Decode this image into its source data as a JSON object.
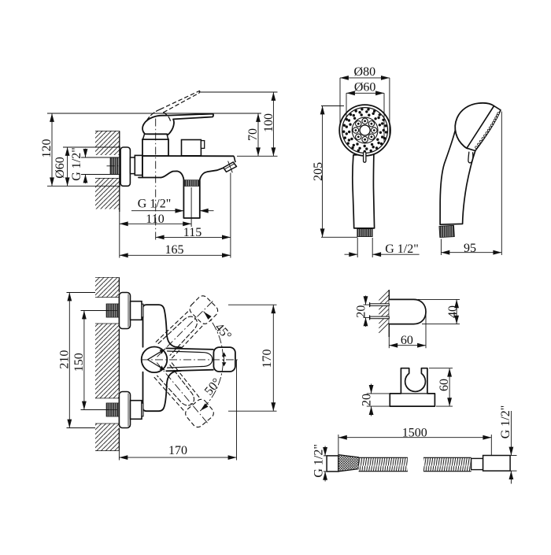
{
  "document": {
    "type": "technical-dimension-drawing",
    "subject": "wall-mounted bath mixer with hand shower, wall holder and shower hose",
    "units": "mm"
  },
  "colors": {
    "ink": "#111111",
    "background": "#ffffff"
  },
  "views": {
    "mixer_side": {
      "name": "bath mixer - side view",
      "labels": {
        "overall_height": "120",
        "flange_diameter": "Ø60",
        "wall_thread": "G 1/2\"",
        "spout_drop": "70",
        "handle_rise": "100",
        "outlet_thread": "G 1/2\"",
        "wall_to_outlet": "110",
        "axis_to_spout": "115",
        "wall_to_spout": "165"
      }
    },
    "handshower_front": {
      "name": "hand shower - front view",
      "labels": {
        "head_outer_diameter": "Ø80",
        "face_diameter": "Ø60",
        "length": "205",
        "thread": "G 1/2\""
      }
    },
    "handshower_side": {
      "name": "hand shower - side view",
      "labels": {
        "depth": "95"
      }
    },
    "mixer_front": {
      "name": "bath mixer - front view with handle swing",
      "labels": {
        "overall_height": "210",
        "centers_distance": "150",
        "angle_up": "45°",
        "angle_down": "50°",
        "body_height": "170",
        "depth": "170"
      }
    },
    "holder_side": {
      "name": "shower holder - side view",
      "labels": {
        "pin_spacing": "20",
        "height": "40",
        "depth": "60"
      }
    },
    "holder_front": {
      "name": "shower holder - front view",
      "labels": {
        "base_height": "20",
        "height": "60"
      }
    },
    "hose": {
      "name": "shower hose",
      "labels": {
        "length": "1500",
        "thread_left": "G 1/2\"",
        "thread_right": "G 1/2\""
      }
    }
  }
}
